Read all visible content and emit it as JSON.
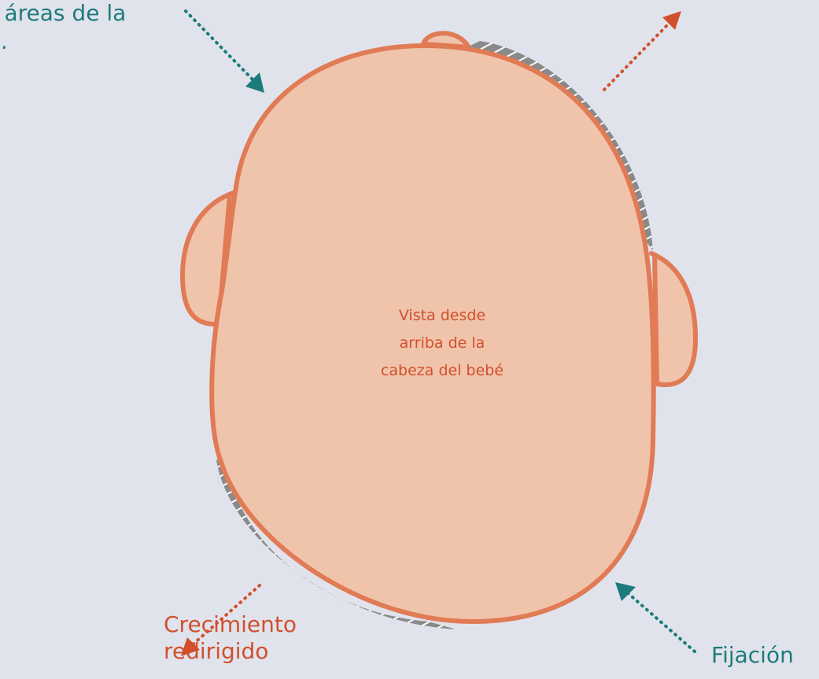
{
  "labels": {
    "top_left_line1": "s áreas de la",
    "top_left_line2": "..",
    "center": "Vista desde\narriba de la\ncabeza del bebé",
    "bottom_left": "Crecimiento\nredirigido",
    "bottom_right": "Fijación"
  },
  "colors": {
    "background": "#e1e3ec",
    "head_fill": "#f0c3ab",
    "head_stroke": "#e07b55",
    "flattening": "#8a8a8a",
    "teal": "#1c7b7b",
    "orange": "#d1502c"
  },
  "icons": {
    "pressure_arrows": "dotted-arrow-inward",
    "growth_arrows": "dotted-arrow-outward"
  }
}
